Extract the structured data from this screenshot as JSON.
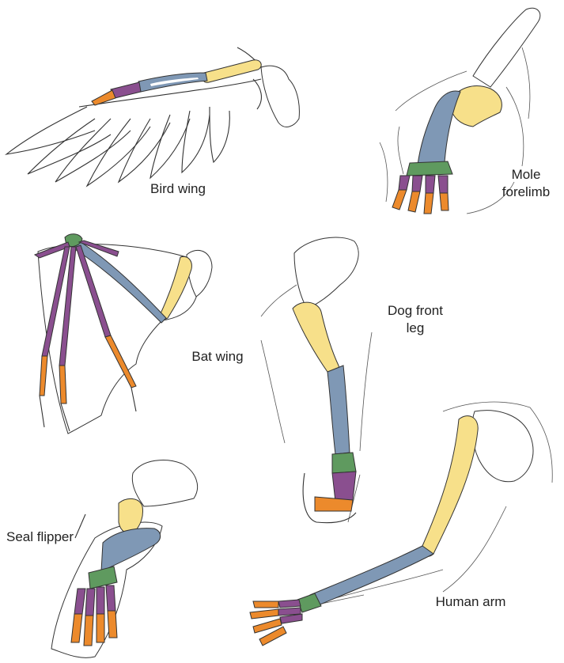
{
  "colors": {
    "humerus": "#f7e08a",
    "radius_ulna": "#7f98b5",
    "carpals": "#5f9a5f",
    "metacarpals": "#8a4f8f",
    "phalanges": "#ec8a2c",
    "title": "#1a6fc2"
  },
  "labels": {
    "bird": "Bird wing",
    "mole_line1": "Mole",
    "mole_line2": "forelimb",
    "bat": "Bat wing",
    "dog_line1": "Dog front",
    "dog_line2": "leg",
    "seal": "Seal flipper",
    "human": "Human arm"
  }
}
